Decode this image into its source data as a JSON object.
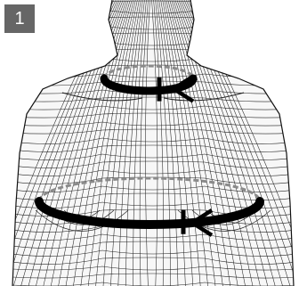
{
  "figure": {
    "step_number": "1",
    "measurements": [
      {
        "name": "neck",
        "arrow_direction": "left"
      },
      {
        "name": "chest",
        "arrow_direction": "left"
      }
    ],
    "colors": {
      "background": "#ffffff",
      "wireframe": "#222222",
      "tape": "#000000",
      "tape_hidden": "#8a8a8a",
      "badge": "#666666",
      "badge_text": "#ffffff"
    }
  }
}
